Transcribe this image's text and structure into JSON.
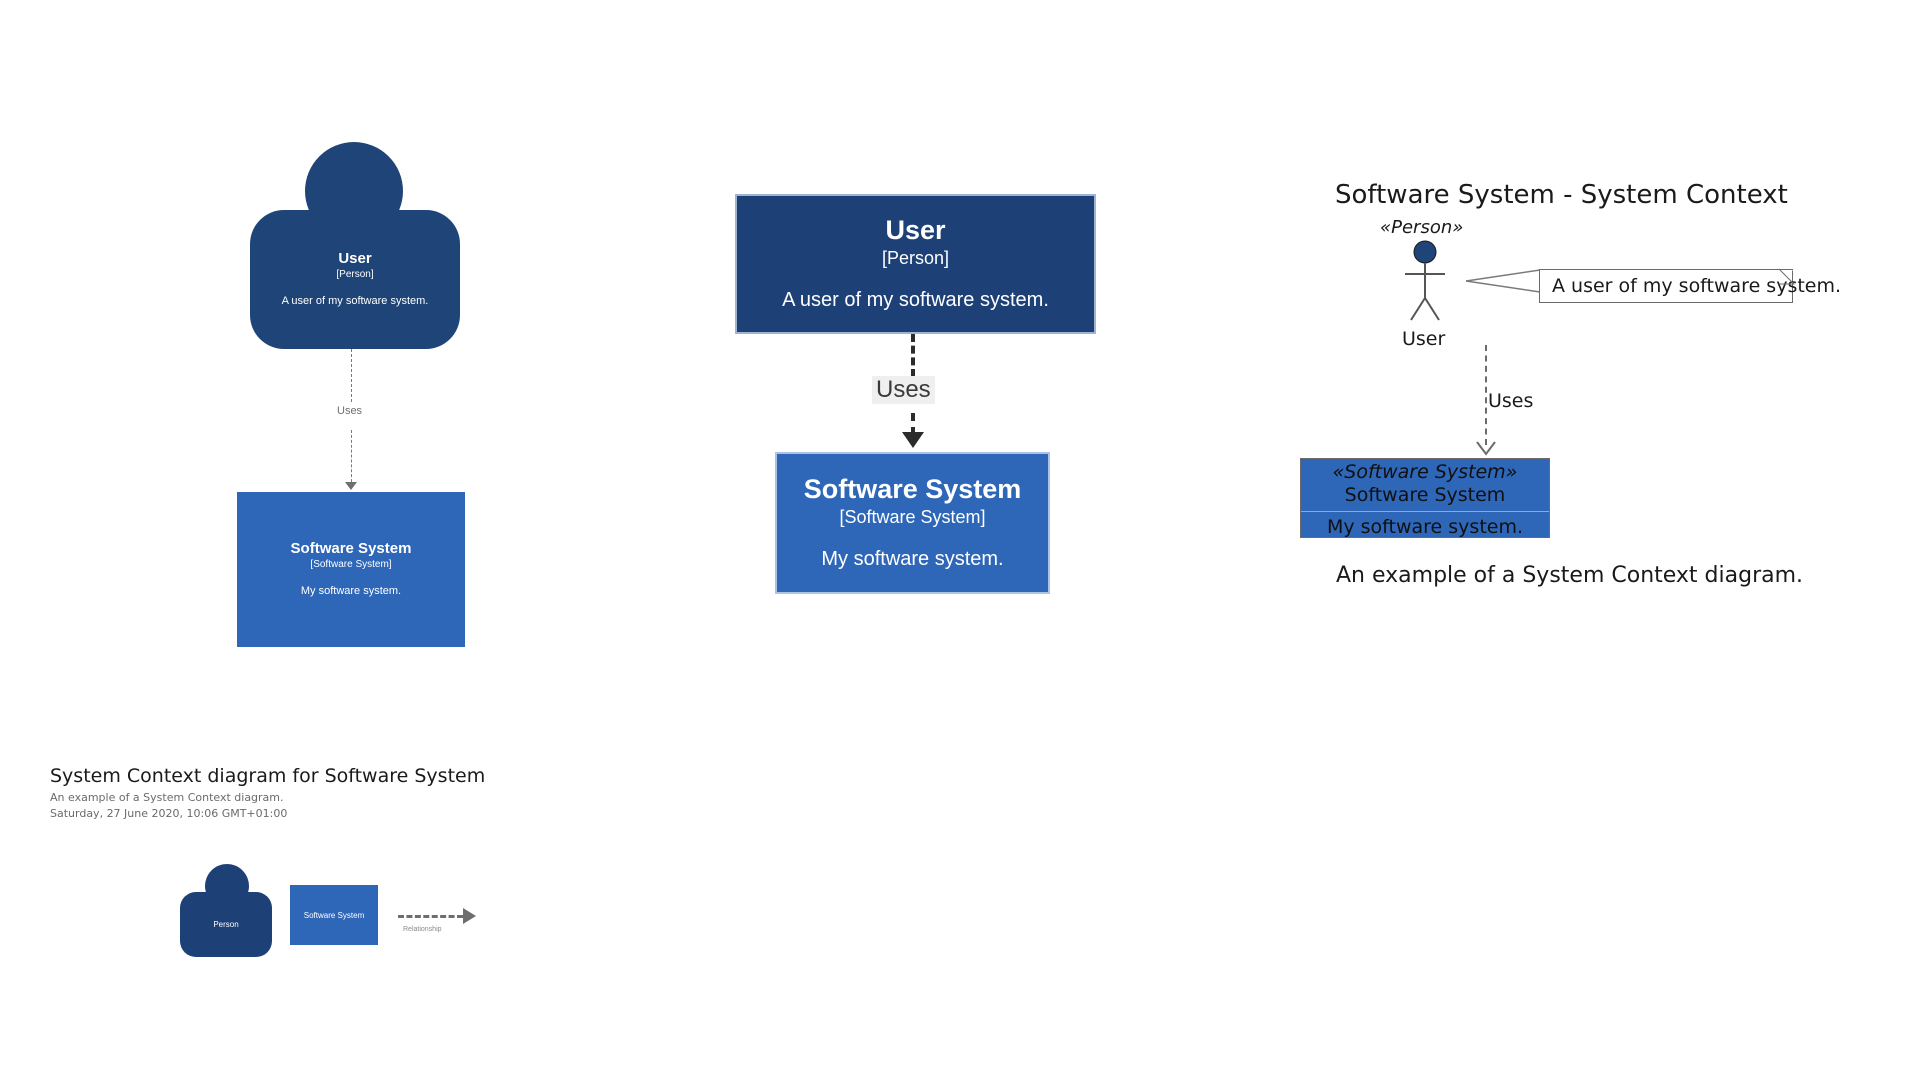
{
  "page": {
    "background": "#ffffff",
    "colors": {
      "person_dark_blue": "#1f4477",
      "software_system_blue": "#2e66b8",
      "relationship_gray": "#6e6e6e",
      "text_dark": "#1a1a1a",
      "text_muted": "#6b6b6b"
    }
  },
  "structurizr_diagram": {
    "person": {
      "name": "User",
      "type": "[Person]",
      "description": "A user of my software system."
    },
    "relationship": {
      "label": "Uses"
    },
    "software_system": {
      "name": "Software System",
      "type": "[Software System]",
      "description": "My software system."
    }
  },
  "graphviz_diagram": {
    "person": {
      "name": "User",
      "type": "[Person]",
      "description": "A user of my software system."
    },
    "relationship": {
      "label": "Uses"
    },
    "software_system": {
      "name": "Software System",
      "type": "[Software System]",
      "description": "My software system."
    }
  },
  "plantuml_diagram": {
    "title": "Software System - System Context",
    "actor": {
      "stereotype": "«Person»",
      "label": "User"
    },
    "note": {
      "text": "A user of my software system."
    },
    "relationship": {
      "label": "Uses"
    },
    "class_box": {
      "stereotype": "«Software System»",
      "name": "Software System",
      "description": "My software system."
    },
    "caption": "An example of a System Context diagram."
  },
  "footer": {
    "title": "System Context diagram for Software System",
    "description": "An example of a System Context diagram.",
    "timestamp": "Saturday, 27 June 2020, 10:06 GMT+01:00"
  },
  "thumbnail_diagram": {
    "person_label": "Person",
    "system_label": "Software System",
    "relationship_label": "Relationship"
  }
}
